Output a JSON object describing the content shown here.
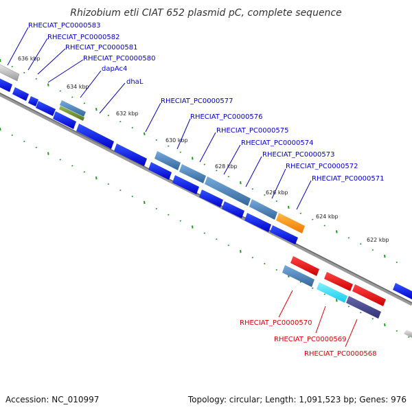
{
  "title": "Rhizobium etli CIAT 652 plasmid pC, complete sequence",
  "footer": {
    "accession": "Accession: NC_010997",
    "summary": "Topology: circular; Length: 1,091,523 bp; Genes: 976"
  },
  "ticks": [
    "636 kbp",
    "634 kbp",
    "632 kbp",
    "630 kbp",
    "628 kbp",
    "626 kbp",
    "624 kbp",
    "622 kbp"
  ],
  "labels_top": [
    "RHECIAT_PC0000583",
    "RHECIAT_PC0000582",
    "RHECIAT_PC0000581",
    "RHECIAT_PC0000580",
    "dapAc4",
    "dhaL",
    "RHECIAT_PC0000577",
    "RHECIAT_PC0000576",
    "RHECIAT_PC0000575",
    "RHECIAT_PC0000574",
    "RHECIAT_PC0000573",
    "RHECIAT_PC0000572",
    "RHECIAT_PC0000571"
  ],
  "labels_bottom": [
    "RHECIAT_PC0000570",
    "RHECIAT_PC0000569",
    "RHECIAT_PC0000568"
  ],
  "colors": {
    "blue": "#0000ee",
    "steel": "#5588bb",
    "orange": "#ff9900",
    "olive": "#779933",
    "red": "#ee0000",
    "cyan": "#33ddee",
    "navy": "#444488",
    "gray": "#bbbbbb",
    "backbone": "#777777",
    "tick": "#22aa22",
    "label_top": "#0000cc",
    "label_bottom": "#dd0000"
  }
}
